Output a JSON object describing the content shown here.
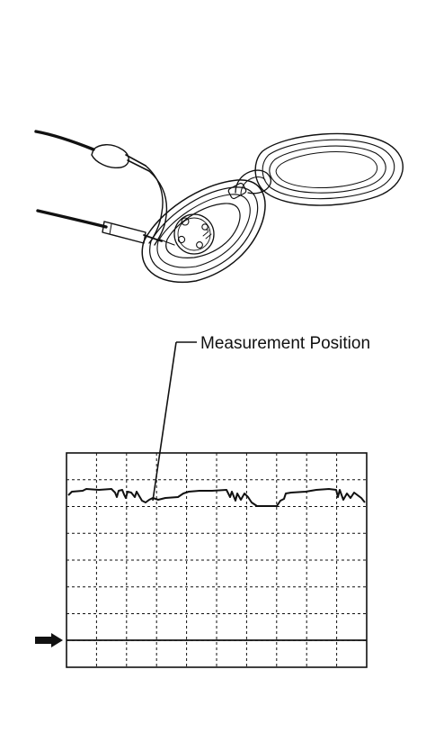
{
  "colors": {
    "ink": "#111111",
    "paper": "#ffffff"
  },
  "figure": {
    "illustration": "key-fob-transmitter-with-oscilloscope-probe-leads",
    "callout": {
      "label": "Measurement Position"
    },
    "scope": {
      "columns": 10,
      "rows": 8,
      "signal_shape": "high-level-with-short-dips",
      "ground_marker_icon": "arrow-right-icon"
    }
  }
}
